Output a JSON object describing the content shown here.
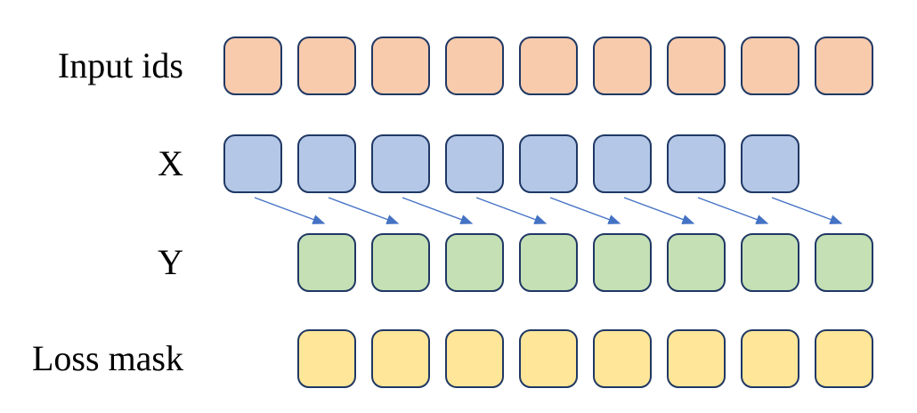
{
  "colors": {
    "background": "#FFFFFF",
    "square_border": "#1F3864",
    "arrow": "#4472C4",
    "label_text": "#000000",
    "input_ids_fill": "#F8CBAD",
    "x_fill": "#B4C7E7",
    "y_fill": "#C5E0B4",
    "loss_mask_fill": "#FFE699"
  },
  "diagram": {
    "rows": [
      {
        "id": "input-ids",
        "label": "Input ids",
        "fill": "#F8CBAD",
        "count": 9,
        "col_offset": 0
      },
      {
        "id": "x",
        "label": "X",
        "fill": "#B4C7E7",
        "count": 8,
        "col_offset": 0
      },
      {
        "id": "y",
        "label": "Y",
        "fill": "#C5E0B4",
        "count": 8,
        "col_offset": 1
      },
      {
        "id": "loss-mask",
        "label": "Loss mask",
        "fill": "#FFE699",
        "count": 8,
        "col_offset": 1
      }
    ],
    "arrows": {
      "count": 8,
      "from_row": "X",
      "to_row": "Y",
      "shift": 1
    }
  }
}
